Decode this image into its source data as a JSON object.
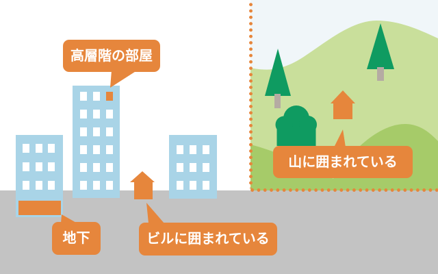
{
  "illustration": {
    "left_scene": {
      "labels": {
        "high_floor_room": "高層階の部屋",
        "basement": "地下",
        "surrounded_by_buildings": "ビルに囲まれている"
      }
    },
    "right_panel": {
      "labels": {
        "surrounded_by_mountains": "山に囲まれている"
      }
    },
    "colors": {
      "accent_orange": "#e6863c",
      "building_blue": "#a9d4e7",
      "ground_gray": "#c3c3c3",
      "sky_blue": "#f0f6f9",
      "hill_light_green": "#c9df9b",
      "hill_medium_green": "#a6cb69",
      "tree_green": "#0f9b61",
      "trunk_gray": "#b5aba3",
      "label_text_white": "#ffffff"
    }
  }
}
